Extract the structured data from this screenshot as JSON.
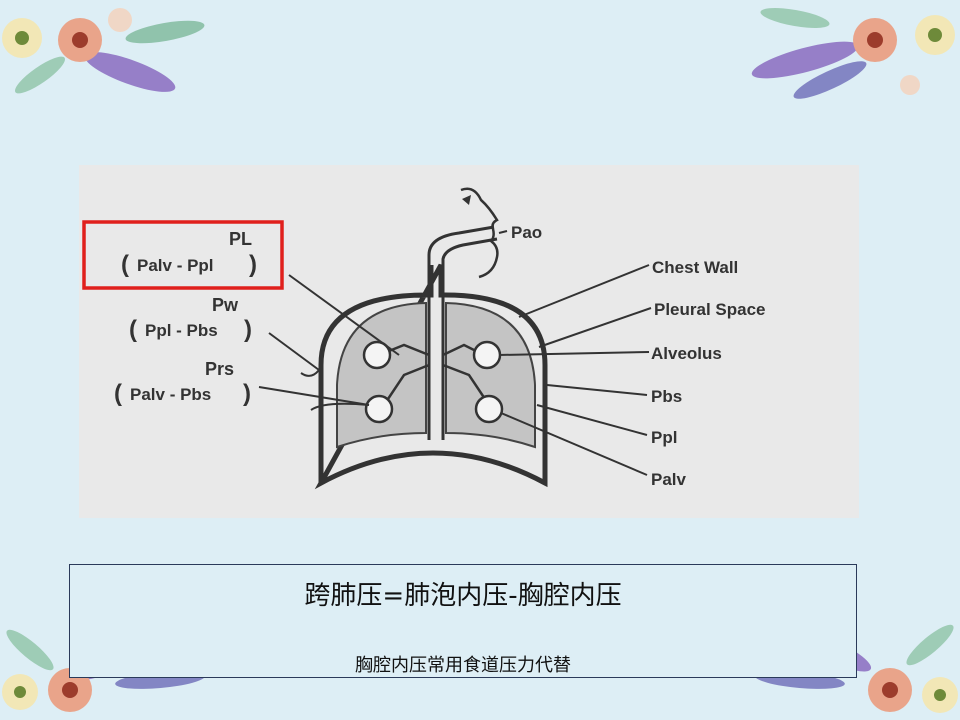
{
  "diagram": {
    "labels": {
      "pl": "PL",
      "pl_formula": "Palv - Ppl",
      "pw": "Pw",
      "pw_formula": "Ppl - Pbs",
      "prs": "Prs",
      "prs_formula": "Palv - Pbs",
      "pao": "Pao",
      "chest_wall": "Chest Wall",
      "pleural_space": "Pleural Space",
      "alveolus": "Alveolus",
      "pbs": "Pbs",
      "ppl": "Ppl",
      "palv": "Palv"
    },
    "highlight_color": "#e0201c"
  },
  "caption": {
    "main": "跨肺压=肺泡内压-胸腔内压",
    "sub": "胸腔内压常用食道压力代替"
  }
}
